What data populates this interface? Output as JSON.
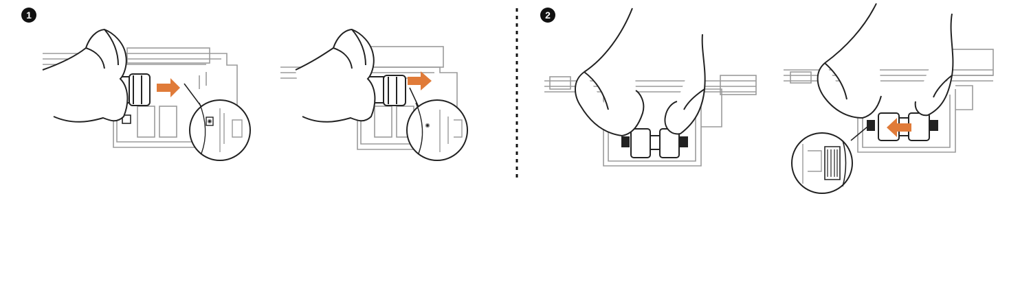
{
  "steps": [
    {
      "label": "1"
    },
    {
      "label": "2"
    }
  ],
  "colors": {
    "arrow": "#E07B39",
    "line": "#222222",
    "gray_line": "#9A9A9A",
    "divider": "#111111"
  },
  "panels": [
    {
      "step": "1",
      "arrow_direction": "right",
      "magnifier": true
    },
    {
      "step": "1",
      "arrow_direction": "right",
      "magnifier": true
    },
    {
      "step": "2",
      "arrow_direction": "none",
      "magnifier": false
    },
    {
      "step": "2",
      "arrow_direction": "left",
      "magnifier": true
    }
  ]
}
